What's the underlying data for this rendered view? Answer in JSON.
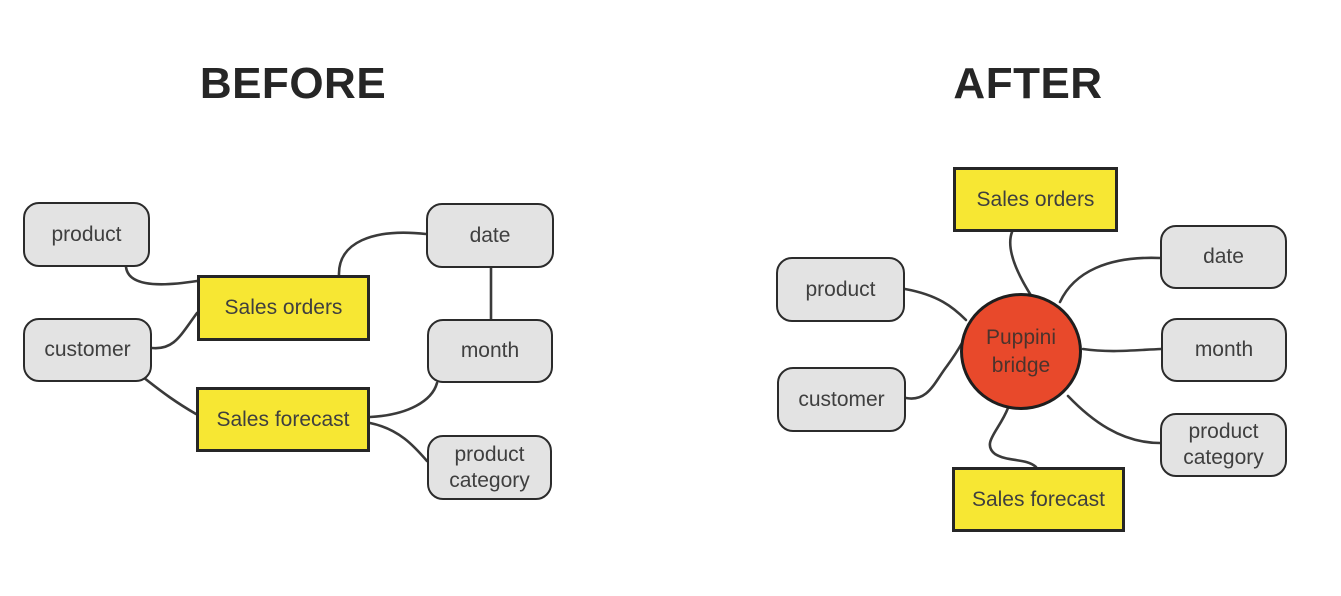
{
  "panels": {
    "before": {
      "title": "BEFORE",
      "nodes": {
        "product": "product",
        "date": "date",
        "sales_orders": "Sales orders",
        "customer": "customer",
        "month": "month",
        "sales_forecast": "Sales forecast",
        "product_category": "product category"
      }
    },
    "after": {
      "title": "AFTER",
      "hub": {
        "line1": "Puppini",
        "line2": "bridge"
      },
      "nodes": {
        "sales_orders": "Sales orders",
        "product": "product",
        "date": "date",
        "customer": "customer",
        "month": "month",
        "product_category": "product category",
        "sales_forecast": "Sales forecast"
      }
    }
  },
  "colors": {
    "yellow_fact_box": "#f7e733",
    "gray_dimension_box": "#e3e3e3",
    "red_hub_circle": "#e8492b",
    "connector_line": "#3a3a3a"
  }
}
